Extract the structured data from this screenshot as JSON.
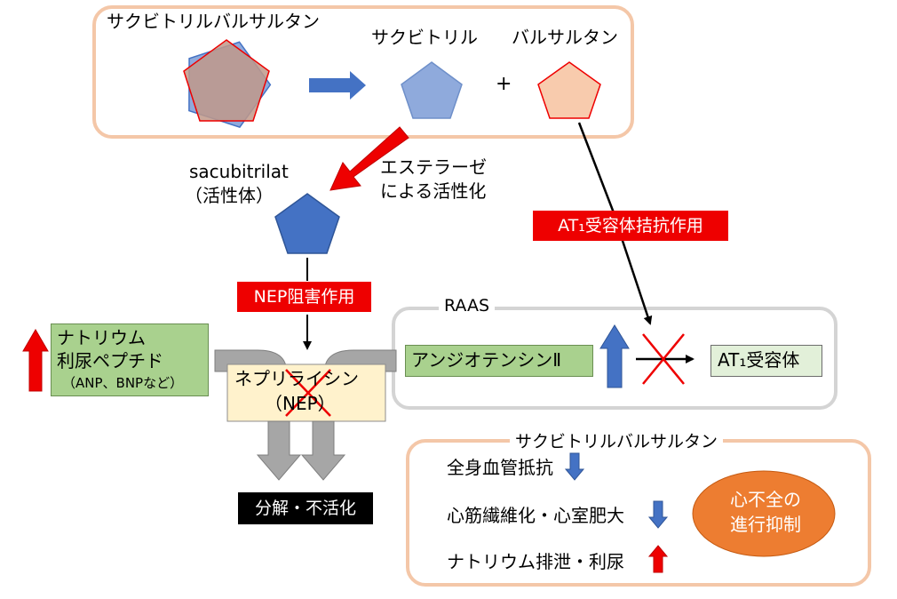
{
  "top": {
    "combined_label": "サクビトリルバルサルタン",
    "sacubitril_label": "サクビトリル",
    "valsartan_label": "バルサルタン",
    "plus": "+"
  },
  "activation": {
    "sacubitrilat_label": "sacubitrilat",
    "active_form_label": "（活性体）",
    "esterase_line1": "エステラーゼ",
    "esterase_line2": "による活性化"
  },
  "at1_antagonism_label": "AT₁受容体拮抗作用",
  "nep_inhibition_label": "NEP阻害作用",
  "natriuretic": {
    "line1": "ナトリウム",
    "line2": "利尿ペプチド",
    "line3": "（ANP、BNPなど）"
  },
  "neprilysin": {
    "line1": "ネプリライシン",
    "line2": "（NEP）"
  },
  "degradation_label": "分解・不活化",
  "raas": {
    "title": "RAAS",
    "angiotensin_label": "アンジオテンシンⅡ",
    "at1_receptor_label": "AT₁受容体"
  },
  "effects": {
    "title": "サクビトリルバルサルタン",
    "items": [
      {
        "label": "全身血管抵抗",
        "direction": "down"
      },
      {
        "label": "心筋繊維化・心室肥大",
        "direction": "down"
      },
      {
        "label": "ナトリウム排泄・利尿",
        "direction": "up"
      }
    ],
    "outcome_line1": "心不全の",
    "outcome_line2": "進行抑制"
  },
  "colors": {
    "peach_border": "#f4c7a8",
    "blue_pentagon": "#8faadc",
    "dark_blue_pentagon": "#4472c4",
    "salmon_pentagon": "#f8cbad",
    "red": "#ee0000",
    "green": "#a9d18e",
    "orange": "#ed7d31",
    "nep_fill": "#fff2cc"
  }
}
